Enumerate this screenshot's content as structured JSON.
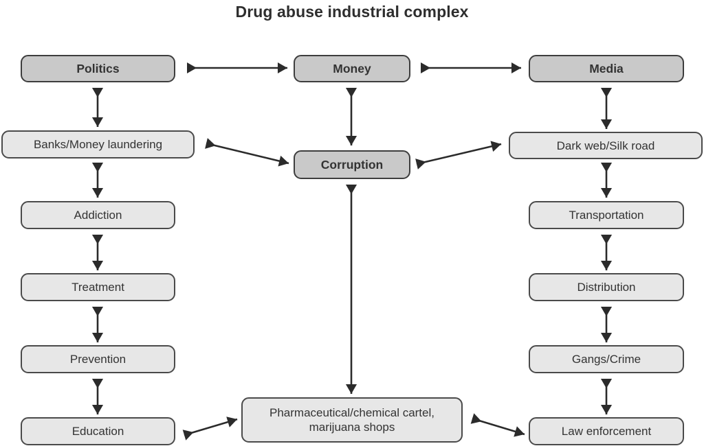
{
  "title": "Drug abuse industrial complex",
  "theme": {
    "background": "#ffffff",
    "primary_node_fill": "#c9c9c9",
    "secondary_node_fill": "#e7e7e7",
    "node_border": "#4a4a4a",
    "arrow_color": "#2b2b2b",
    "text_color": "#333333",
    "title_color": "#2e2e2e"
  },
  "nodes": {
    "politics": {
      "label": "Politics",
      "emphasis": "primary",
      "column": "left"
    },
    "money": {
      "label": "Money",
      "emphasis": "primary",
      "column": "center"
    },
    "media": {
      "label": "Media",
      "emphasis": "primary",
      "column": "right"
    },
    "banks": {
      "label": "Banks/Money laundering",
      "emphasis": "secondary",
      "column": "left"
    },
    "corruption": {
      "label": "Corruption",
      "emphasis": "primary",
      "column": "center"
    },
    "darkweb": {
      "label": "Dark web/Silk road",
      "emphasis": "secondary",
      "column": "right"
    },
    "addiction": {
      "label": "Addiction",
      "emphasis": "secondary",
      "column": "left"
    },
    "transportation": {
      "label": "Transportation",
      "emphasis": "secondary",
      "column": "right"
    },
    "treatment": {
      "label": "Treatment",
      "emphasis": "secondary",
      "column": "left"
    },
    "distribution": {
      "label": "Distribution",
      "emphasis": "secondary",
      "column": "right"
    },
    "prevention": {
      "label": "Prevention",
      "emphasis": "secondary",
      "column": "left"
    },
    "gangs": {
      "label": "Gangs/Crime",
      "emphasis": "secondary",
      "column": "right"
    },
    "education": {
      "label": "Education",
      "emphasis": "secondary",
      "column": "left"
    },
    "cartel": {
      "label": "Pharmaceutical/chemical cartel,\nmarijuana shops",
      "emphasis": "secondary",
      "column": "center"
    },
    "law": {
      "label": "Law enforcement",
      "emphasis": "secondary",
      "column": "right"
    }
  },
  "edges": [
    {
      "id": "politics-money",
      "from": "politics",
      "to": "money",
      "direction": "bidirectional",
      "orientation": "horizontal"
    },
    {
      "id": "money-media",
      "from": "money",
      "to": "media",
      "direction": "bidirectional",
      "orientation": "horizontal"
    },
    {
      "id": "politics-banks",
      "from": "politics",
      "to": "banks",
      "direction": "bidirectional",
      "orientation": "vertical"
    },
    {
      "id": "money-corruption",
      "from": "money",
      "to": "corruption",
      "direction": "bidirectional",
      "orientation": "vertical"
    },
    {
      "id": "media-darkweb",
      "from": "media",
      "to": "darkweb",
      "direction": "bidirectional",
      "orientation": "vertical"
    },
    {
      "id": "banks-corruption",
      "from": "banks",
      "to": "corruption",
      "direction": "bidirectional",
      "orientation": "diagonal"
    },
    {
      "id": "corruption-darkweb",
      "from": "corruption",
      "to": "darkweb",
      "direction": "bidirectional",
      "orientation": "diagonal"
    },
    {
      "id": "banks-addiction",
      "from": "banks",
      "to": "addiction",
      "direction": "bidirectional",
      "orientation": "vertical"
    },
    {
      "id": "darkweb-transportation",
      "from": "darkweb",
      "to": "transportation",
      "direction": "bidirectional",
      "orientation": "vertical"
    },
    {
      "id": "addiction-treatment",
      "from": "addiction",
      "to": "treatment",
      "direction": "bidirectional",
      "orientation": "vertical"
    },
    {
      "id": "transportation-distribution",
      "from": "transportation",
      "to": "distribution",
      "direction": "bidirectional",
      "orientation": "vertical"
    },
    {
      "id": "treatment-prevention",
      "from": "treatment",
      "to": "prevention",
      "direction": "bidirectional",
      "orientation": "vertical"
    },
    {
      "id": "distribution-gangs",
      "from": "distribution",
      "to": "gangs",
      "direction": "bidirectional",
      "orientation": "vertical"
    },
    {
      "id": "prevention-education",
      "from": "prevention",
      "to": "education",
      "direction": "bidirectional",
      "orientation": "vertical"
    },
    {
      "id": "gangs-law",
      "from": "gangs",
      "to": "law",
      "direction": "bidirectional",
      "orientation": "vertical"
    },
    {
      "id": "corruption-cartel",
      "from": "corruption",
      "to": "cartel",
      "direction": "bidirectional",
      "orientation": "vertical"
    },
    {
      "id": "education-cartel",
      "from": "education",
      "to": "cartel",
      "direction": "bidirectional",
      "orientation": "diagonal"
    },
    {
      "id": "cartel-law",
      "from": "cartel",
      "to": "law",
      "direction": "bidirectional",
      "orientation": "diagonal"
    }
  ]
}
